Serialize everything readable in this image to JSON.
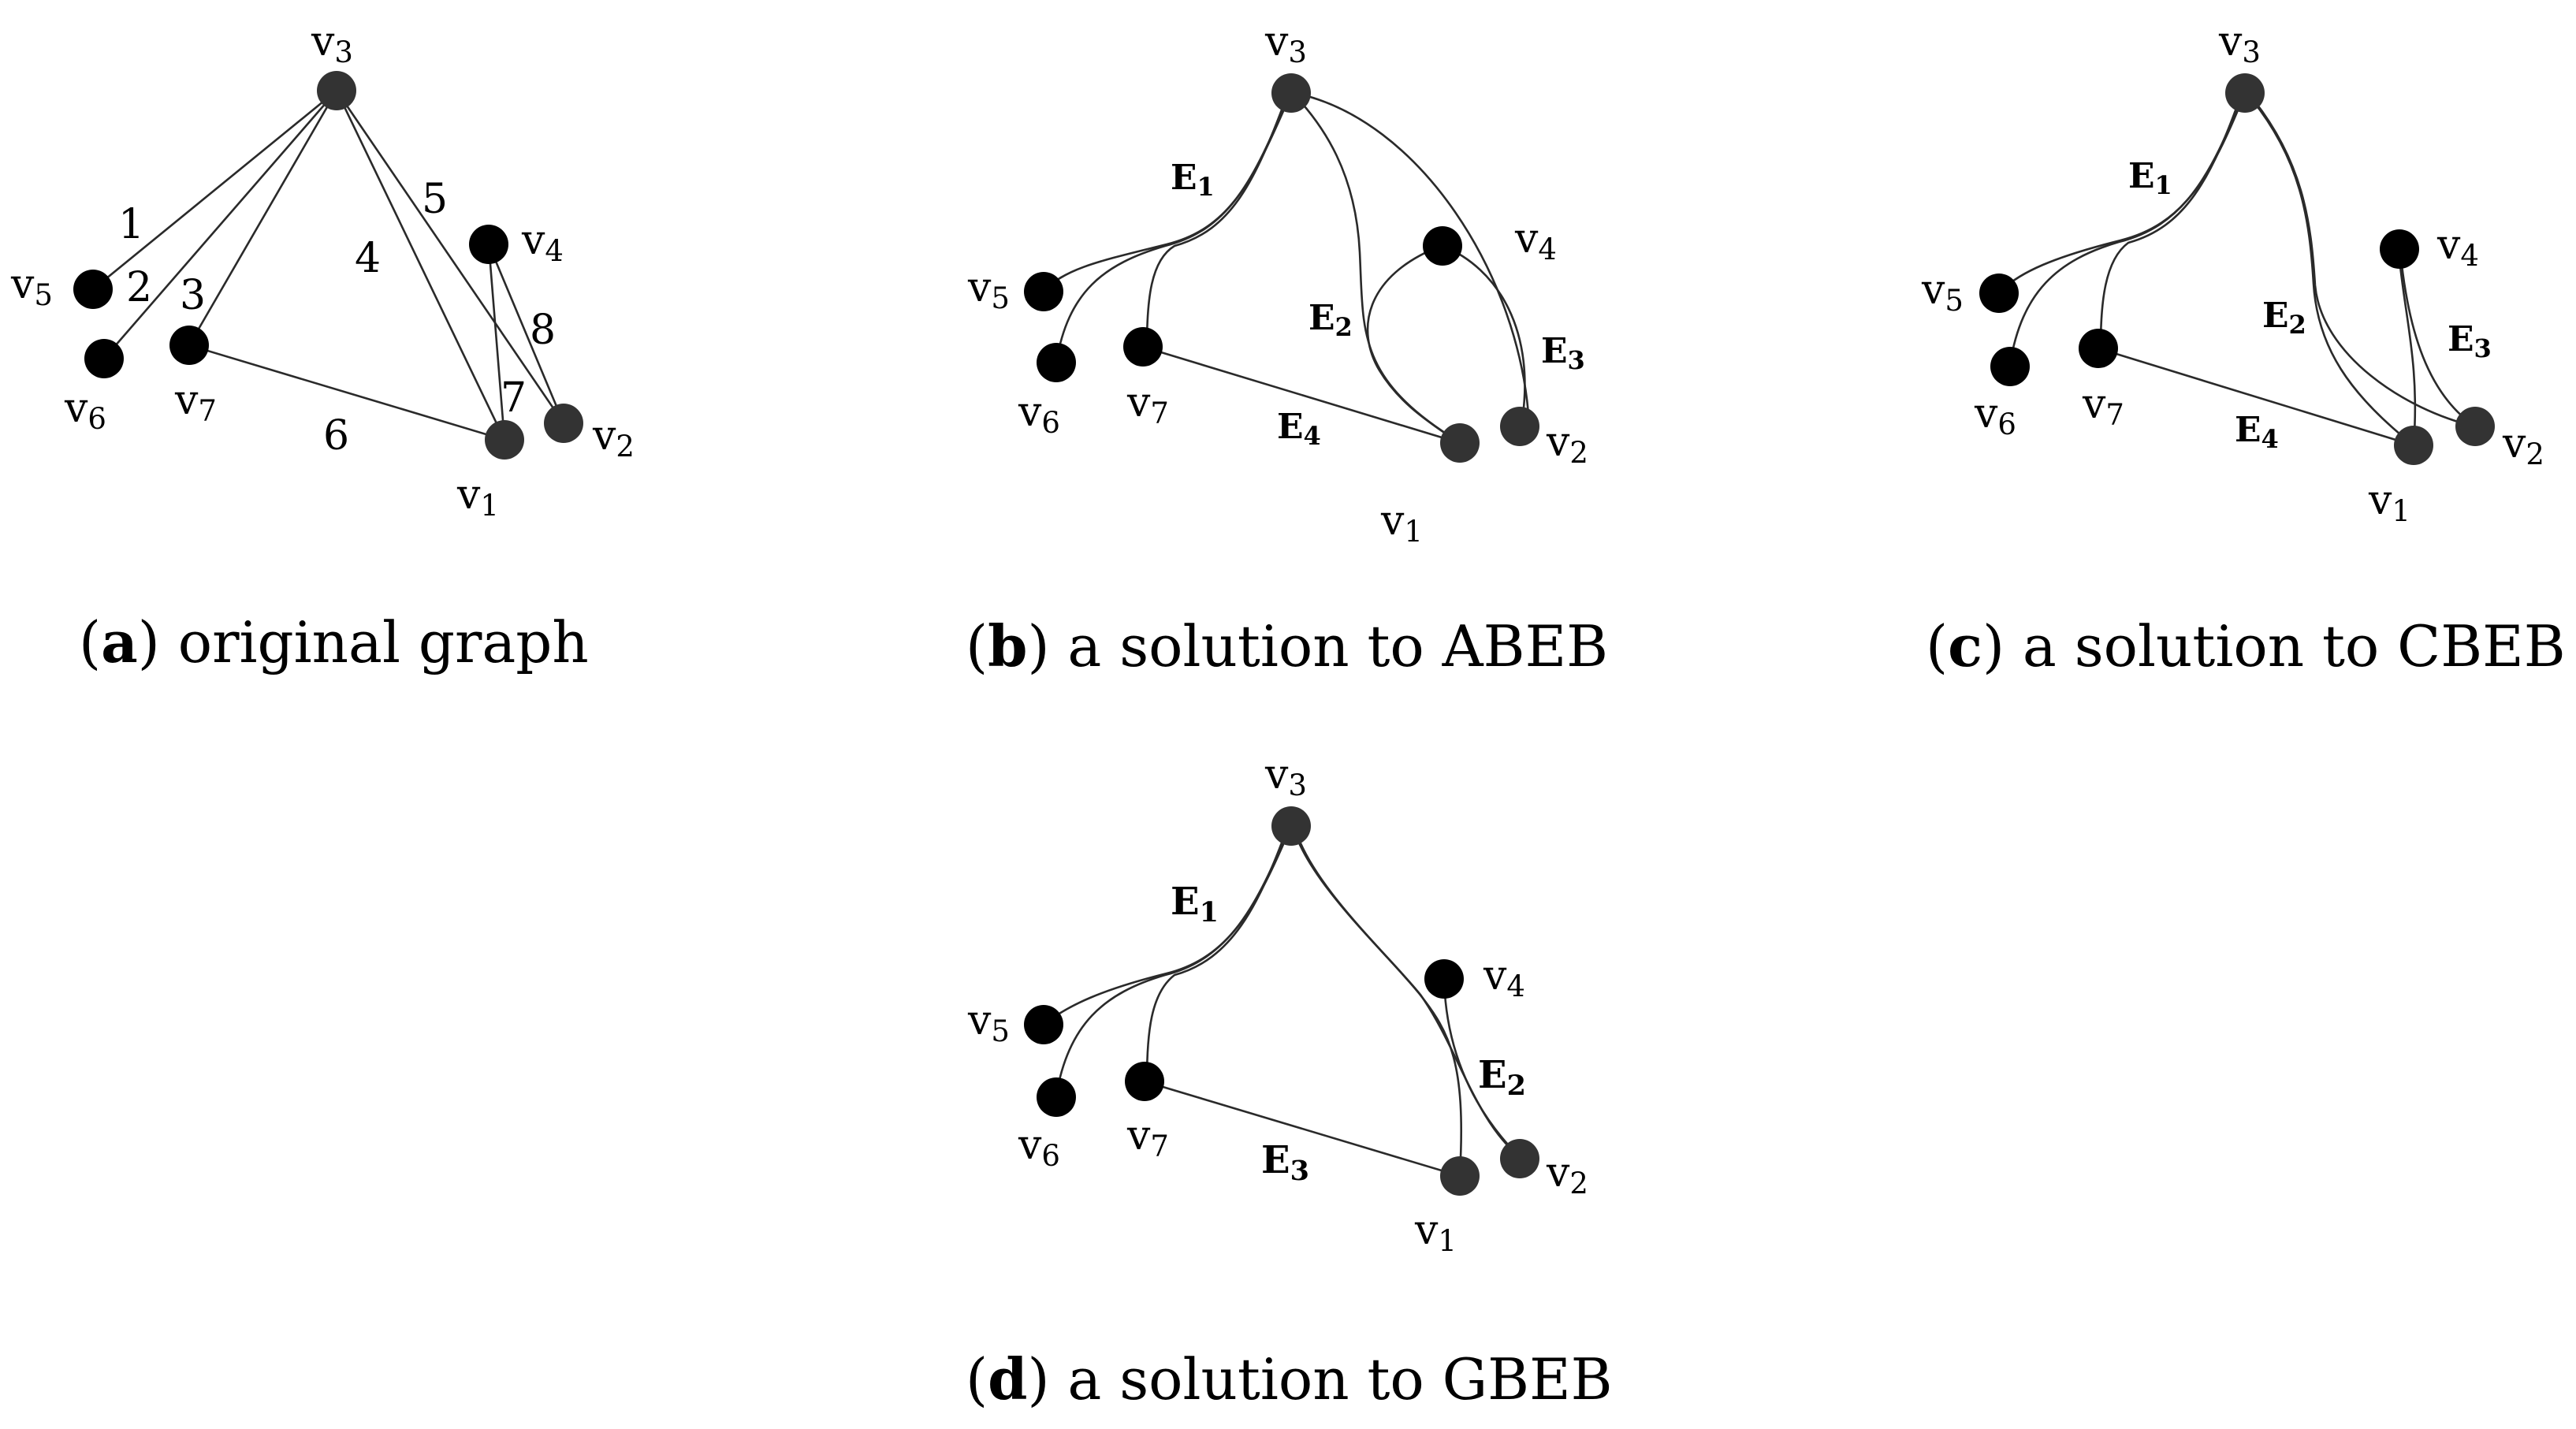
{
  "panels": [
    {
      "letter": "a",
      "caption": "original graph",
      "node_labels": {
        "v3": "v3",
        "v4": "v4",
        "v5": "v5",
        "v6": "v6",
        "v7": "v7",
        "v1": "v1",
        "v2": "v2"
      },
      "edge_labels": [
        "1",
        "2",
        "3",
        "4",
        "5",
        "6",
        "7",
        "8"
      ]
    },
    {
      "letter": "b",
      "caption": "a solution to ABEB",
      "node_labels": {
        "v3": "v3",
        "v4": "v4",
        "v5": "v5",
        "v6": "v6",
        "v7": "v7",
        "v1": "v1",
        "v2": "v2"
      },
      "bundle_labels": [
        "E1",
        "E2",
        "E3",
        "E4"
      ]
    },
    {
      "letter": "c",
      "caption": "a solution to CBEB",
      "node_labels": {
        "v3": "v3",
        "v4": "v4",
        "v5": "v5",
        "v6": "v6",
        "v7": "v7",
        "v1": "v1",
        "v2": "v2"
      },
      "bundle_labels": [
        "E1",
        "E2",
        "E3",
        "E4"
      ]
    },
    {
      "letter": "d",
      "caption": "a solution to GBEB",
      "node_labels": {
        "v3": "v3",
        "v4": "v4",
        "v5": "v5",
        "v6": "v6",
        "v7": "v7",
        "v1": "v1",
        "v2": "v2"
      },
      "bundle_labels": [
        "E1",
        "E2",
        "E3"
      ]
    }
  ]
}
